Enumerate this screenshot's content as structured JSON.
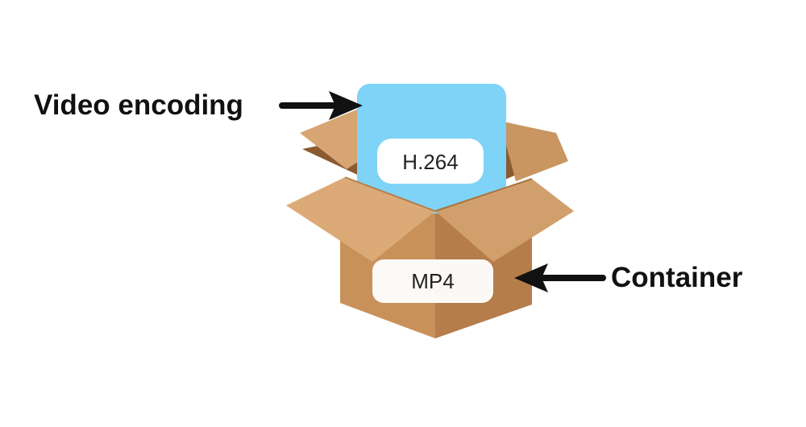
{
  "callouts": {
    "top_label": "Video encoding",
    "bottom_label": "Container"
  },
  "box": {
    "card_text": "H.264",
    "box_text": "MP4"
  },
  "colors": {
    "card_blue": "#7fd3f7",
    "box_front_left": "#c8915a",
    "box_front_right": "#b57d4a",
    "box_flap_light": "#dcaa77",
    "box_flap_mid": "#d19f6b",
    "box_interior": "#8a5a31",
    "label_white": "#ffffff",
    "arrow_black": "#111111"
  },
  "icons": {
    "arrow_top": "arrow-right-icon",
    "arrow_bottom": "arrow-left-icon"
  }
}
